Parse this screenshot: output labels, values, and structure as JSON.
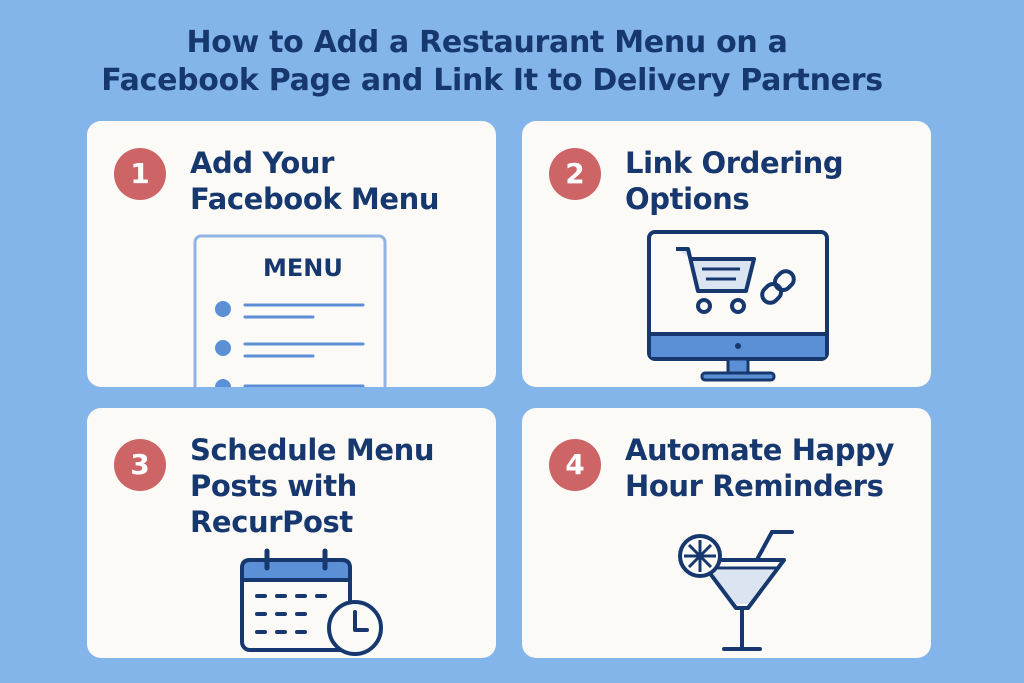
{
  "title": {
    "line1": "How to Add a Restaurant Menu on a",
    "line2": "Facebook Page and Link It to Delivery Partners"
  },
  "steps": [
    {
      "number": "1",
      "title": "Add Your Facebook Menu",
      "icon": "menu-document-icon",
      "icon_text": "MENU"
    },
    {
      "number": "2",
      "title": "Link Ordering Options",
      "icon": "monitor-cart-link-icon"
    },
    {
      "number": "3",
      "title": "Schedule Menu Posts with RecurPost",
      "icon": "calendar-clock-icon"
    },
    {
      "number": "4",
      "title": "Automate Happy Hour Reminders",
      "icon": "cocktail-icon"
    }
  ],
  "colors": {
    "background": "#83b4ea",
    "card": "#fbfaf6",
    "navy": "#16386f",
    "badge": "#cd6466",
    "icon_blue": "#5b8fd6",
    "icon_fill": "#dbe5f2"
  }
}
